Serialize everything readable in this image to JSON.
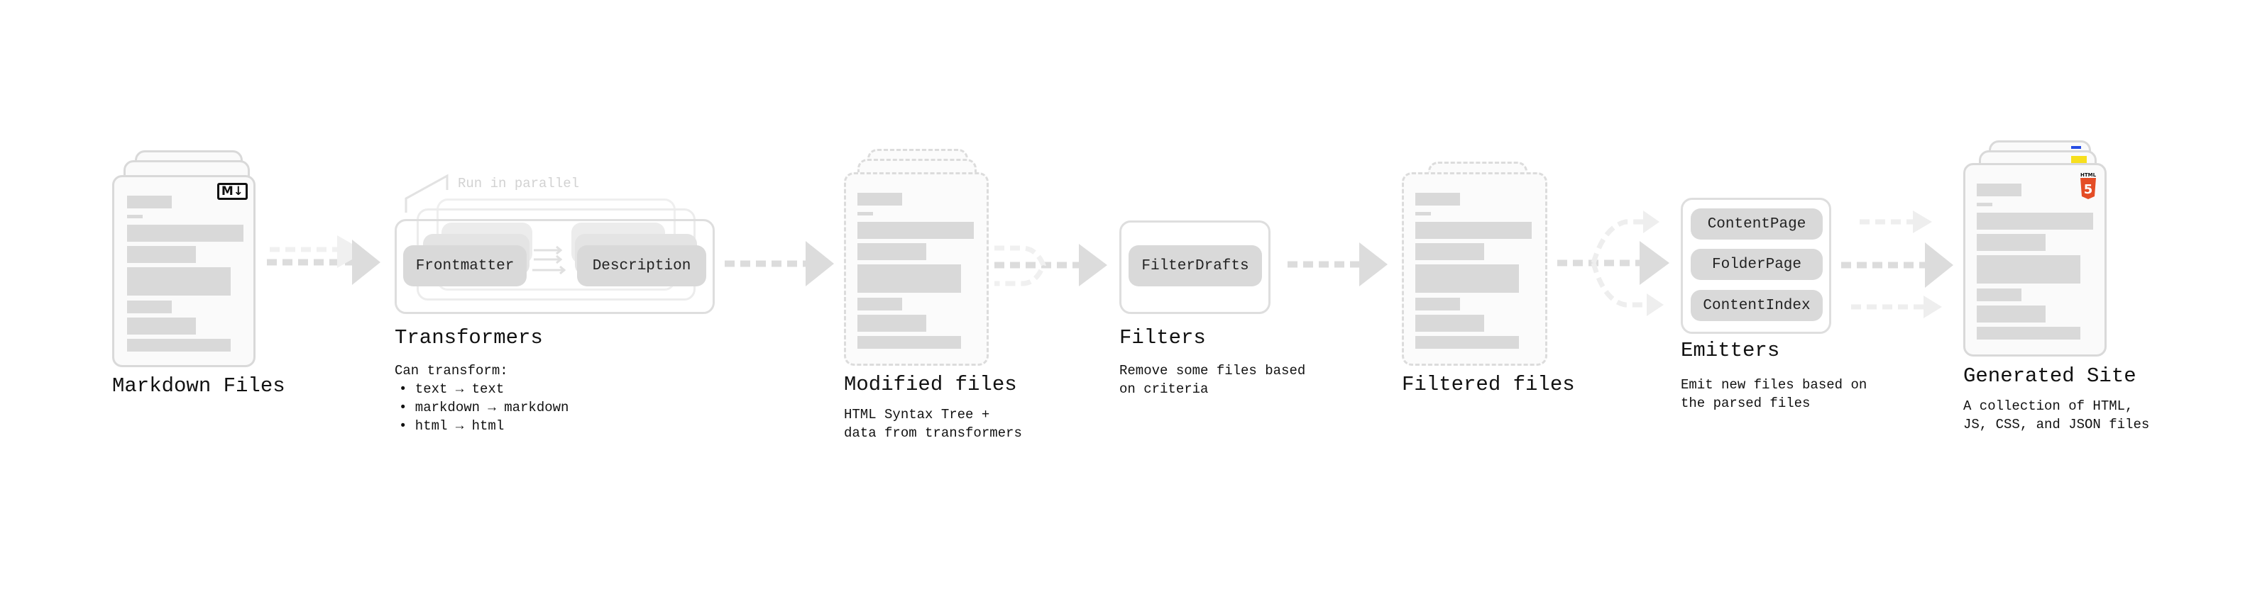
{
  "stages": {
    "markdown": {
      "title": "Markdown Files",
      "badge": "M↓"
    },
    "transformers": {
      "title": "Transformers",
      "parallel_note": "Run in parallel",
      "plugins": [
        "Frontmatter",
        "Description"
      ],
      "desc_heading": "Can transform:",
      "desc_items": [
        "• text → text",
        "• markdown → markdown",
        "• html → html"
      ]
    },
    "modified": {
      "title": "Modified files",
      "desc": "HTML Syntax Tree +\ndata from transformers"
    },
    "filters": {
      "title": "Filters",
      "plugins": [
        "FilterDrafts"
      ],
      "desc": "Remove some files based\non criteria"
    },
    "filtered": {
      "title": "Filtered files"
    },
    "emitters": {
      "title": "Emitters",
      "plugins": [
        "ContentPage",
        "FolderPage",
        "ContentIndex"
      ],
      "desc": "Emit new files based on\nthe parsed files"
    },
    "generated": {
      "title": "Generated Site",
      "desc": "A collection of HTML,\nJS, CSS, and JSON files",
      "badge": "HTML"
    }
  },
  "colors": {
    "html5": "#e44d26",
    "js": "#f7df1e",
    "css": "#264de4",
    "arrow": "#dcdcdc"
  }
}
